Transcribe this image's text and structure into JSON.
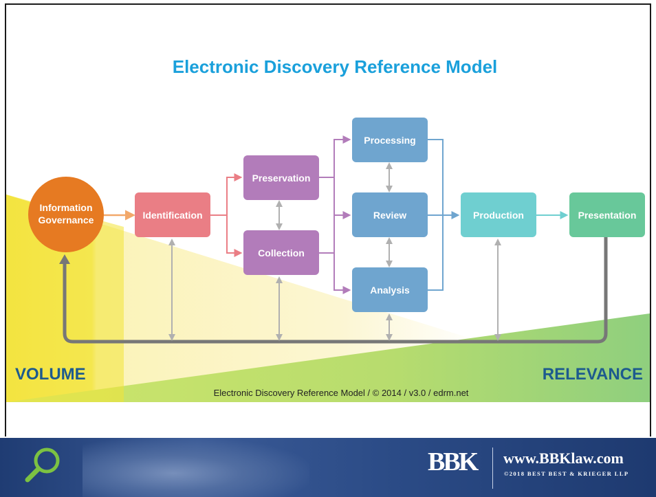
{
  "diagram": {
    "title": "Electronic Discovery Reference Model",
    "nodes": {
      "information_governance": [
        "Information",
        "Governance"
      ],
      "identification": "Identification",
      "preservation": "Preservation",
      "collection": "Collection",
      "processing": "Processing",
      "review": "Review",
      "analysis": "Analysis",
      "production": "Production",
      "presentation": "Presentation"
    },
    "volume_label": "VOLUME",
    "relevance_label": "RELEVANCE",
    "credit": "Electronic Discovery Reference Model / © 2014 / v3.0 / edrm.net"
  },
  "colors": {
    "title": "#1aa0db",
    "information_governance": "#e67a22",
    "identification": "#ea7e85",
    "preservation": "#b27cba",
    "processing": "#6fa5cf",
    "production": "#6fcfd0",
    "presentation": "#68c89a",
    "volume_text": "#1d5a8e"
  },
  "footer": {
    "logo": "BBK",
    "url": "www.BBKlaw.com",
    "copyright": "©2018 BEST BEST & KRIEGER LLP"
  },
  "icons": [
    "search-icon",
    "handshake-photo",
    "bbk-logo"
  ]
}
